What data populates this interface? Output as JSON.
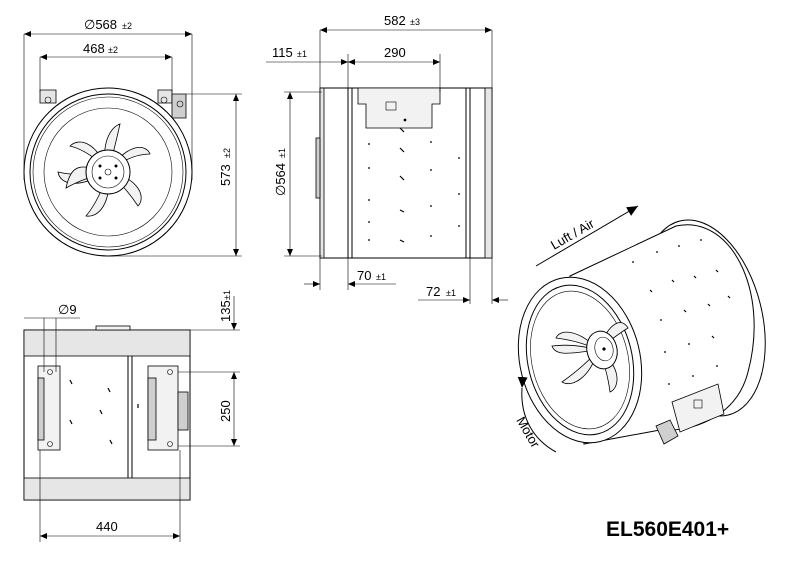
{
  "product": {
    "model": "EL560E401+"
  },
  "front_view": {
    "outer_diameter": {
      "value": "∅568",
      "tolerance": "±2"
    },
    "mount_width": {
      "value": "468",
      "tolerance": "±2"
    },
    "height": {
      "value": "573",
      "tolerance": "±2"
    }
  },
  "side_view": {
    "length": {
      "value": "582",
      "tolerance": "±3"
    },
    "offset_left": {
      "value": "115",
      "tolerance": "±1"
    },
    "bracket_width": {
      "value": "290"
    },
    "diameter": {
      "value": "∅564",
      "tolerance": "±1"
    },
    "flange_left": {
      "value": "70",
      "tolerance": "±1"
    },
    "flange_right": {
      "value": "72",
      "tolerance": "±1"
    }
  },
  "bottom_view": {
    "hole": {
      "value": "∅9"
    },
    "top_offset": {
      "value": "135",
      "tolerance": "±1"
    },
    "bracket_height": {
      "value": "250"
    },
    "width": {
      "value": "440"
    }
  },
  "iso_view": {
    "airflow_label": "Luft / Air",
    "rotation_label": "Motor"
  },
  "colors": {
    "line": "#000000",
    "background": "#ffffff",
    "shade_light": "#e6e6e6",
    "shade_mid": "#cfcfcf"
  }
}
